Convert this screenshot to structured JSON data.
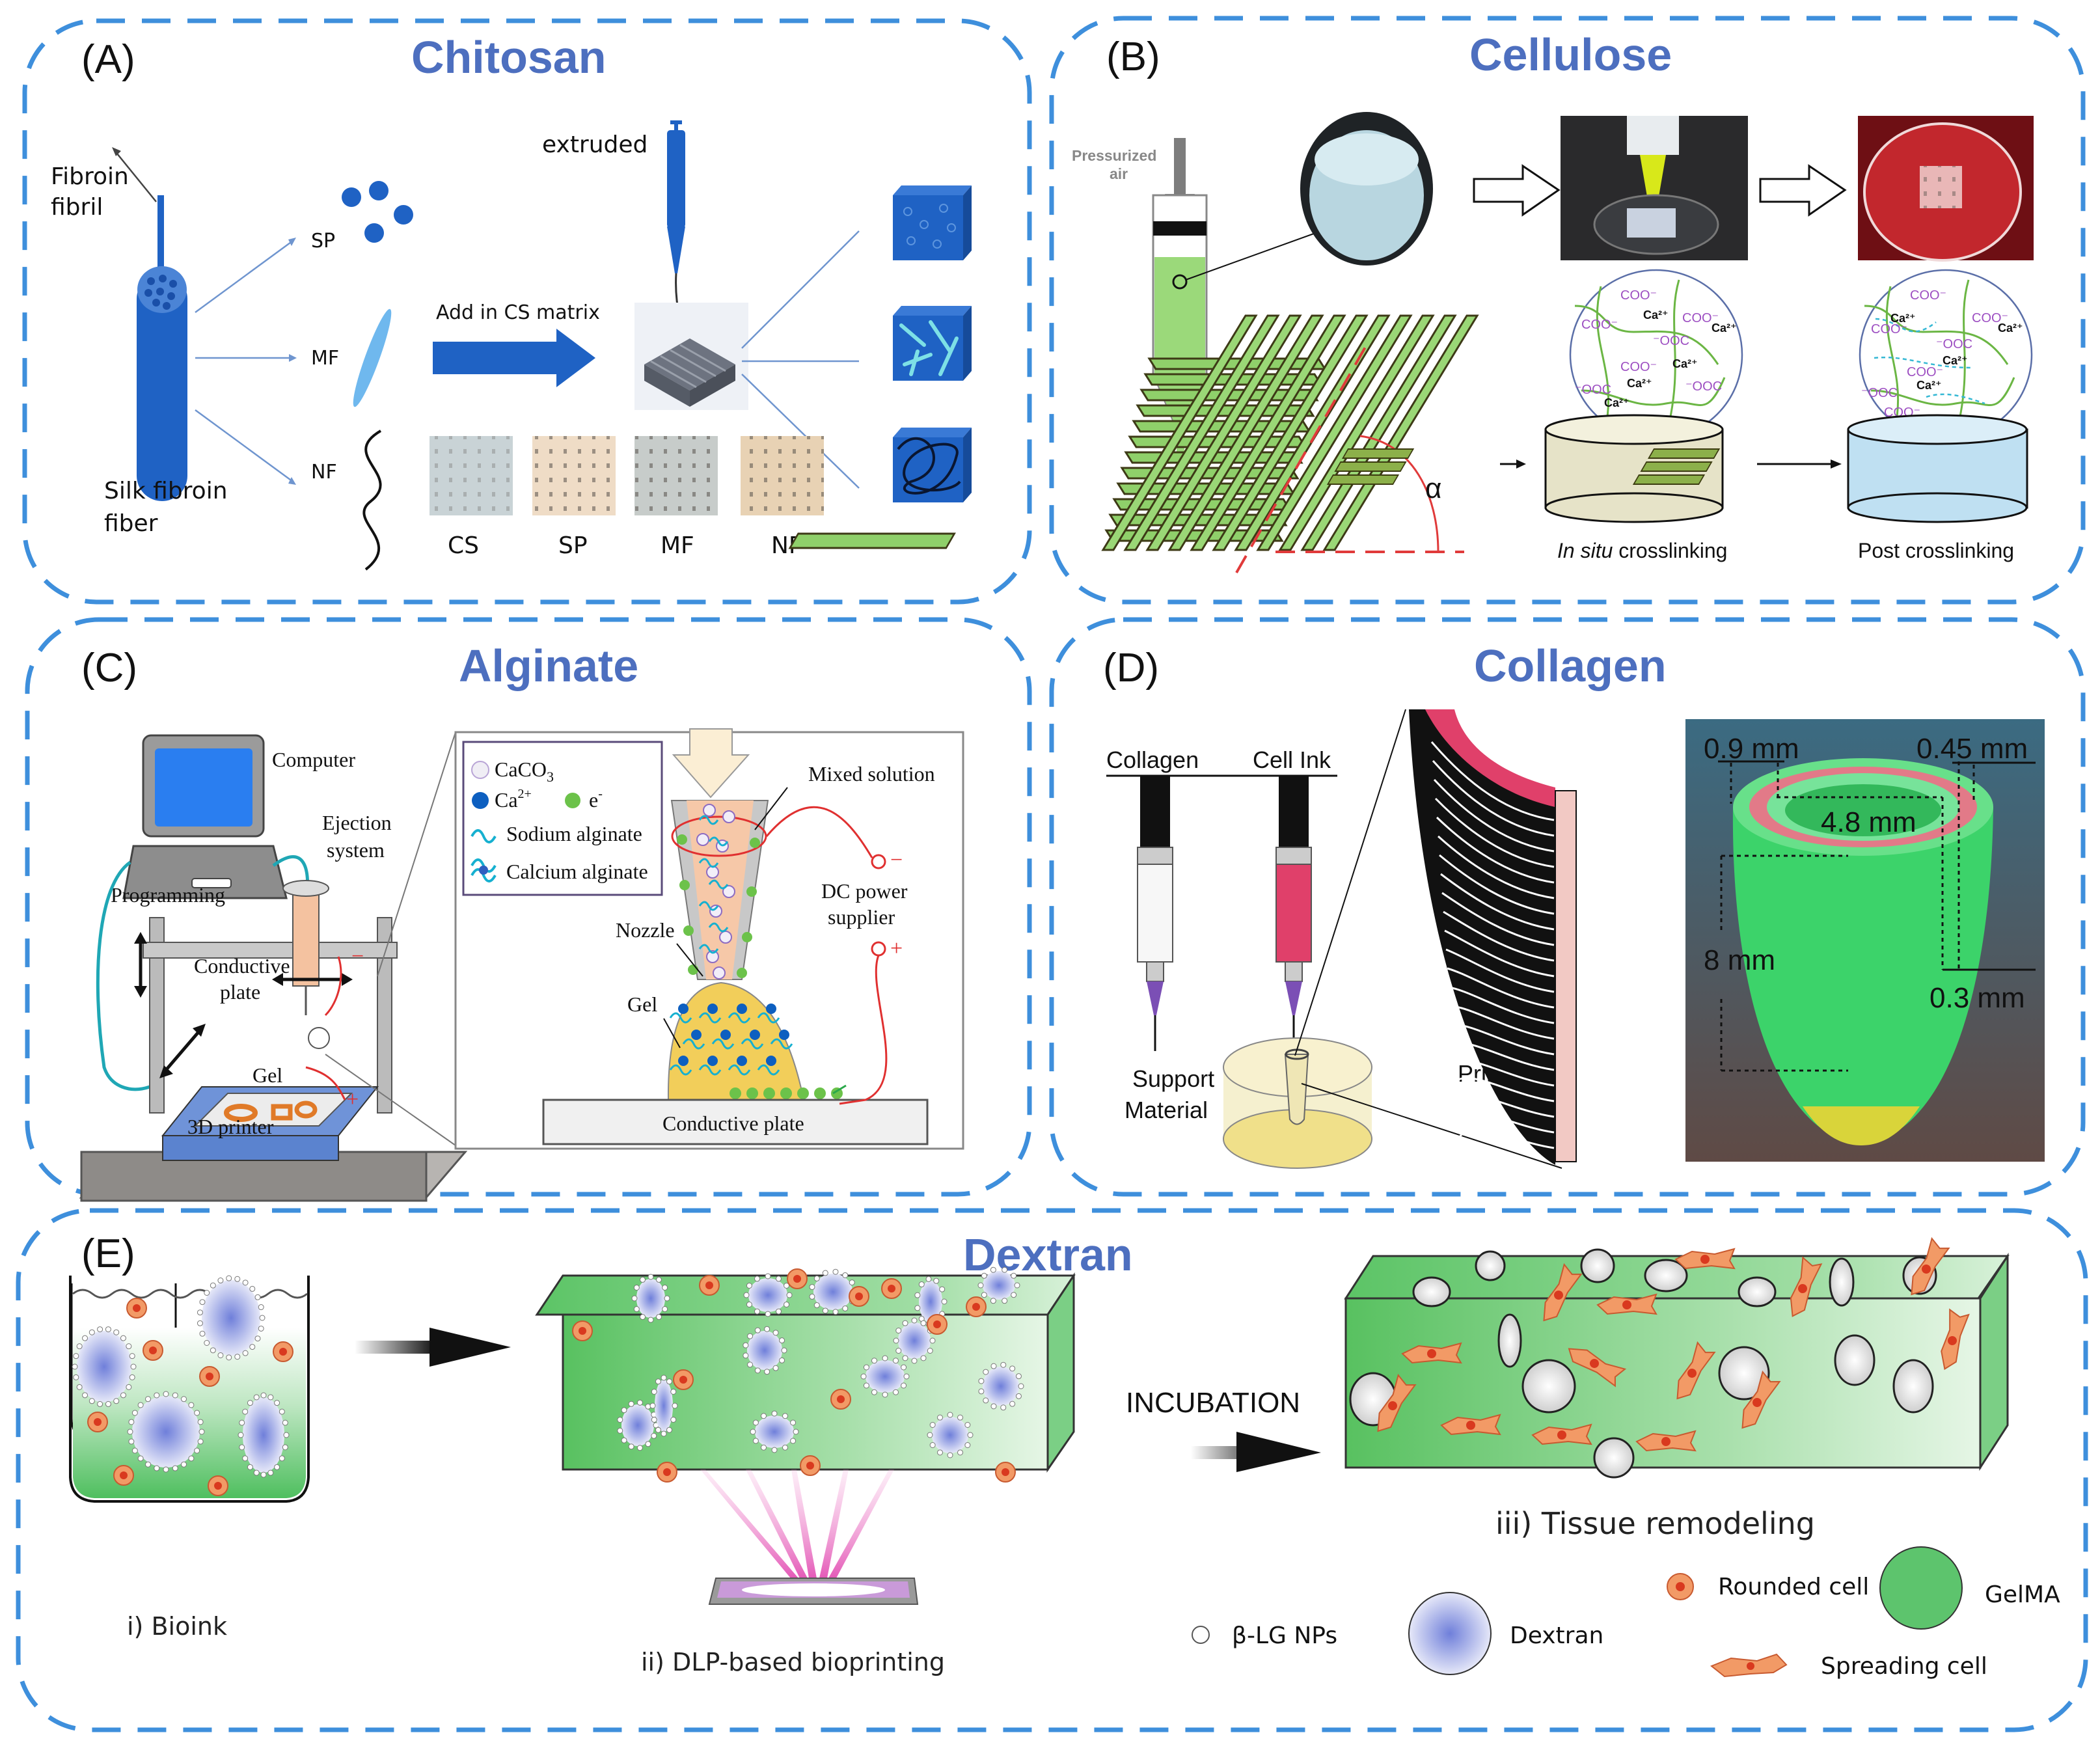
{
  "colors": {
    "border": "#3e8fdc",
    "title": "#4d6fbf",
    "silk_blue": "#1f62c4",
    "gel_green": "#8ed36a",
    "gelma_green": "#5dc46d",
    "cell_orange": "#f29a66",
    "nucleus_red": "#d9391f",
    "dextran_blue": "#8f98de",
    "collagen_pink": "#e0406a"
  },
  "panels": {
    "A": {
      "letter": "(A)",
      "title": "Chitosan",
      "fibroin_fibril": [
        "Fibroin",
        "fibril"
      ],
      "silk_fiber": [
        "Silk fibroin",
        "fiber"
      ],
      "branches": [
        "SP",
        "MF",
        "NF"
      ],
      "step_label": "Add in CS matrix",
      "extruded": "extruded",
      "samples": [
        {
          "label": "CS",
          "color": "#c9d3d6"
        },
        {
          "label": "SP",
          "color": "#efdcc6"
        },
        {
          "label": "MF",
          "color": "#c7ccca"
        },
        {
          "label": "NF",
          "color": "#e8d2b4"
        }
      ]
    },
    "B": {
      "letter": "(B)",
      "title": "Cellulose",
      "pressurized": [
        "Pressurized",
        "air"
      ],
      "alpha": "α",
      "in_situ_italic": "In situ",
      "in_situ_rest": " crosslinking",
      "post": "Post crosslinking",
      "chem_labels": {
        "coo": "COO⁻",
        "ooc": "⁻OOC",
        "ca": "Ca²⁺",
        "o": "O"
      }
    },
    "C": {
      "letter": "(C)",
      "title": "Alginate",
      "computer": "Computer",
      "ejection": [
        "Ejection",
        "system"
      ],
      "programming": "Programming",
      "conductive_plate_left": [
        "Conductive",
        "plate"
      ],
      "gel_left": "Gel",
      "printer": "3D printer",
      "legend": [
        {
          "symbol": "caco3",
          "label": "CaCO",
          "sub": "3"
        },
        {
          "symbol": "ca",
          "label": "Ca",
          "sup": "2+"
        },
        {
          "symbol": "electron",
          "label": "e",
          "sup": "-"
        },
        {
          "symbol": "sodium",
          "label": "Sodium alginate"
        },
        {
          "symbol": "calcium",
          "label": "Calcium alginate"
        }
      ],
      "mixed_solution": "Mixed solution",
      "dc_power": [
        "DC power",
        "supplier"
      ],
      "nozzle": "Nozzle",
      "gel_right": "Gel",
      "conductive_plate_right": "Conductive plate",
      "minus": "−",
      "plus": "+"
    },
    "D": {
      "letter": "(D)",
      "title": "Collagen",
      "syringes": [
        "Collagen",
        "Cell Ink"
      ],
      "support": [
        "Support",
        "Material"
      ],
      "print": "Print",
      "dims": {
        "d1": "0.9 mm",
        "d2": "0.45 mm",
        "d3": "4.8 mm",
        "d4": "8 mm",
        "d5": "0.3 mm"
      }
    },
    "E": {
      "letter": "(E)",
      "title": "Dextran",
      "step1": "i) Bioink",
      "step2": "ii) DLP-based bioprinting",
      "incubation": "INCUBATION",
      "step3": "iii) Tissue remodeling",
      "legend": {
        "nps": "β-LG NPs",
        "dextran": "Dextran",
        "rounded": "Rounded cell",
        "gelma": "GelMA",
        "spreading": "Spreading cell"
      }
    }
  }
}
